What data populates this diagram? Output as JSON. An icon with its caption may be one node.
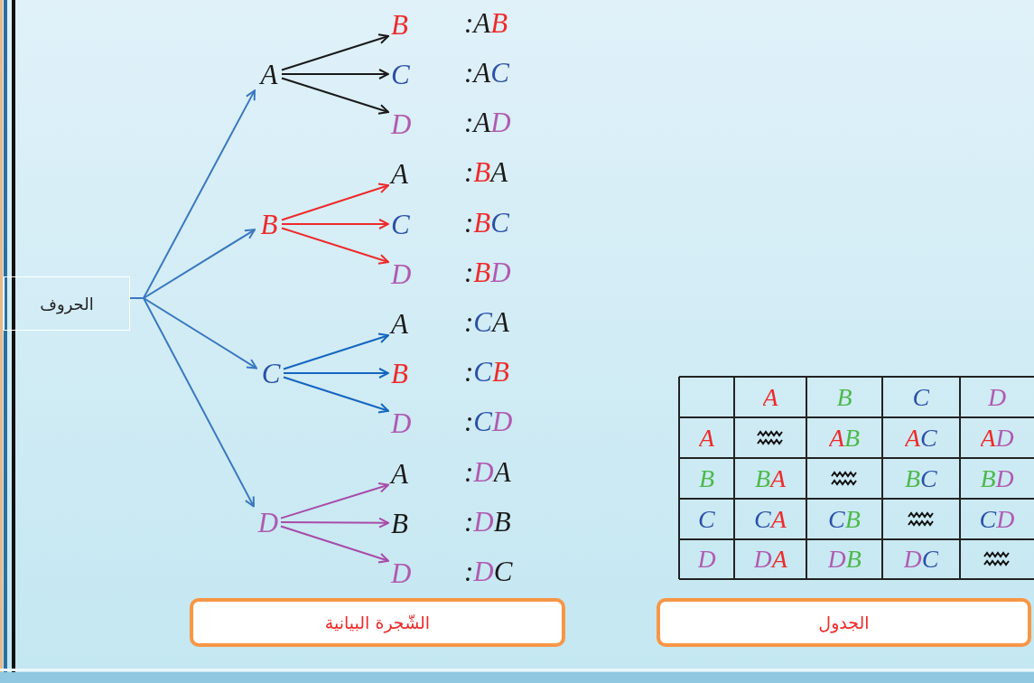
{
  "diagram": {
    "nodes": [
      {
        "text": [
          "الحروف"
        ]
      },
      {
        "text": [
          "A"
        ]
      },
      {
        "text": [
          "B"
        ],
        "beside": [
          ":AB"
        ]
      },
      {
        "text": [
          "C"
        ],
        "beside": [
          ":AC"
        ]
      },
      {
        "text": [
          "D"
        ],
        "beside": [
          ":AD"
        ]
      },
      {
        "text": [
          "B"
        ]
      },
      {
        "text": [
          "A"
        ],
        "beside": [
          ":BA"
        ]
      },
      {
        "text": [
          "C"
        ],
        "beside": [
          ":BC"
        ]
      },
      {
        "text": [
          "D"
        ],
        "beside": [
          ":BD"
        ]
      },
      {
        "text": [
          "C"
        ]
      },
      {
        "text": [
          "A"
        ],
        "beside": [
          ":CA"
        ]
      },
      {
        "text": [
          "B"
        ],
        "beside": [
          ":CB"
        ]
      },
      {
        "text": [
          "D"
        ],
        "beside": [
          ":CD"
        ]
      },
      {
        "text": [
          "D"
        ]
      },
      {
        "text": [
          "A"
        ],
        "beside": [
          ":DA"
        ]
      },
      {
        "text": [
          "B"
        ],
        "beside": [
          ":DB"
        ]
      },
      {
        "text": [
          "D"
        ]
      },
      {
        "text": [
          "الشّجرة البيانية"
        ]
      },
      {
        "text": [
          "الجدول"
        ]
      }
    ],
    "edges": [
      {
        "from": 0,
        "to": 1,
        "arrow": "to"
      },
      {
        "from": 0,
        "to": 5,
        "arrow": "to"
      },
      {
        "from": 0,
        "to": 9,
        "arrow": "to"
      },
      {
        "from": 0,
        "to": 13,
        "arrow": "to"
      },
      {
        "from": 1,
        "to": 2,
        "arrow": "to",
        "color": "#1a1a1a"
      },
      {
        "from": 1,
        "to": 3,
        "arrow": "to",
        "color": "#1a1a1a"
      },
      {
        "from": 1,
        "to": 4,
        "arrow": "to",
        "color": "#1a1a1a"
      },
      {
        "from": 5,
        "to": 6,
        "arrow": "to",
        "color": "#ee2a2a"
      },
      {
        "from": 5,
        "to": 7,
        "arrow": "to",
        "color": "#ee2a2a"
      },
      {
        "from": 5,
        "to": 8,
        "arrow": "to",
        "color": "#ee2a2a"
      },
      {
        "from": 9,
        "to": 10,
        "arrow": "to",
        "color": "#1466c0"
      },
      {
        "from": 9,
        "to": 11,
        "arrow": "to",
        "color": "#1466c0"
      },
      {
        "from": 9,
        "to": 12,
        "arrow": "to",
        "color": "#1466c0"
      },
      {
        "from": 13,
        "to": 14,
        "arrow": "to",
        "color": "#a84ba8"
      },
      {
        "from": 13,
        "to": 15,
        "arrow": "to",
        "color": "#a84ba8"
      },
      {
        "from": 13,
        "to": 16,
        "arrow": "to",
        "color": "#a84ba8"
      }
    ],
    "labels": [
      ":DC",
      "A",
      "B",
      "C",
      "D",
      "A",
      "AB",
      "AC",
      "AD",
      "B",
      "BA",
      "BC",
      "BD",
      "C",
      "CA",
      "CB",
      "CD",
      "D",
      "DA",
      "DB",
      "DC"
    ]
  }
}
